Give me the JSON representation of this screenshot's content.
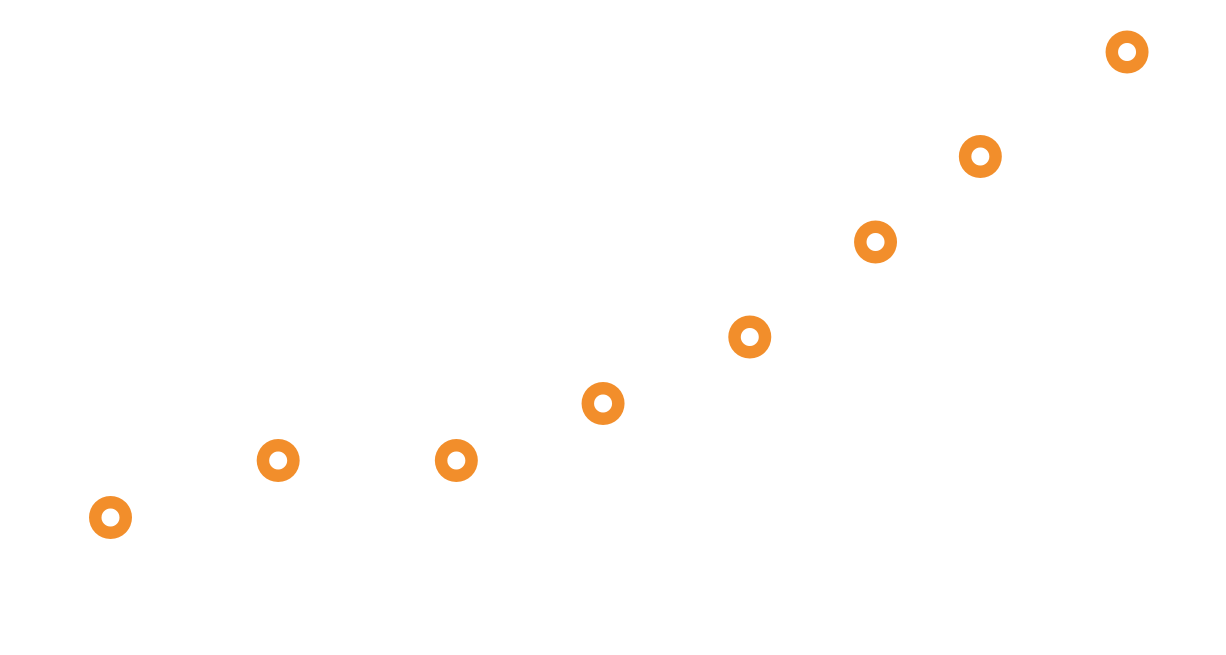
{
  "chart_data": {
    "type": "scatter",
    "xlim": [
      0,
      10
    ],
    "ylim": [
      0,
      10
    ],
    "grid": false,
    "marker": "ring",
    "colors": {
      "marker": "#F28E2B",
      "background": "#FFFFFF"
    },
    "series": [
      {
        "points": [
          {
            "x": 0.0,
            "y": 0.0
          },
          {
            "x": 1.6,
            "y": 1.2
          },
          {
            "x": 3.3,
            "y": 1.2
          },
          {
            "x": 4.7,
            "y": 2.4
          },
          {
            "x": 6.1,
            "y": 3.8
          },
          {
            "x": 7.3,
            "y": 5.8
          },
          {
            "x": 8.3,
            "y": 7.6
          },
          {
            "x": 9.7,
            "y": 9.8
          }
        ]
      }
    ]
  }
}
